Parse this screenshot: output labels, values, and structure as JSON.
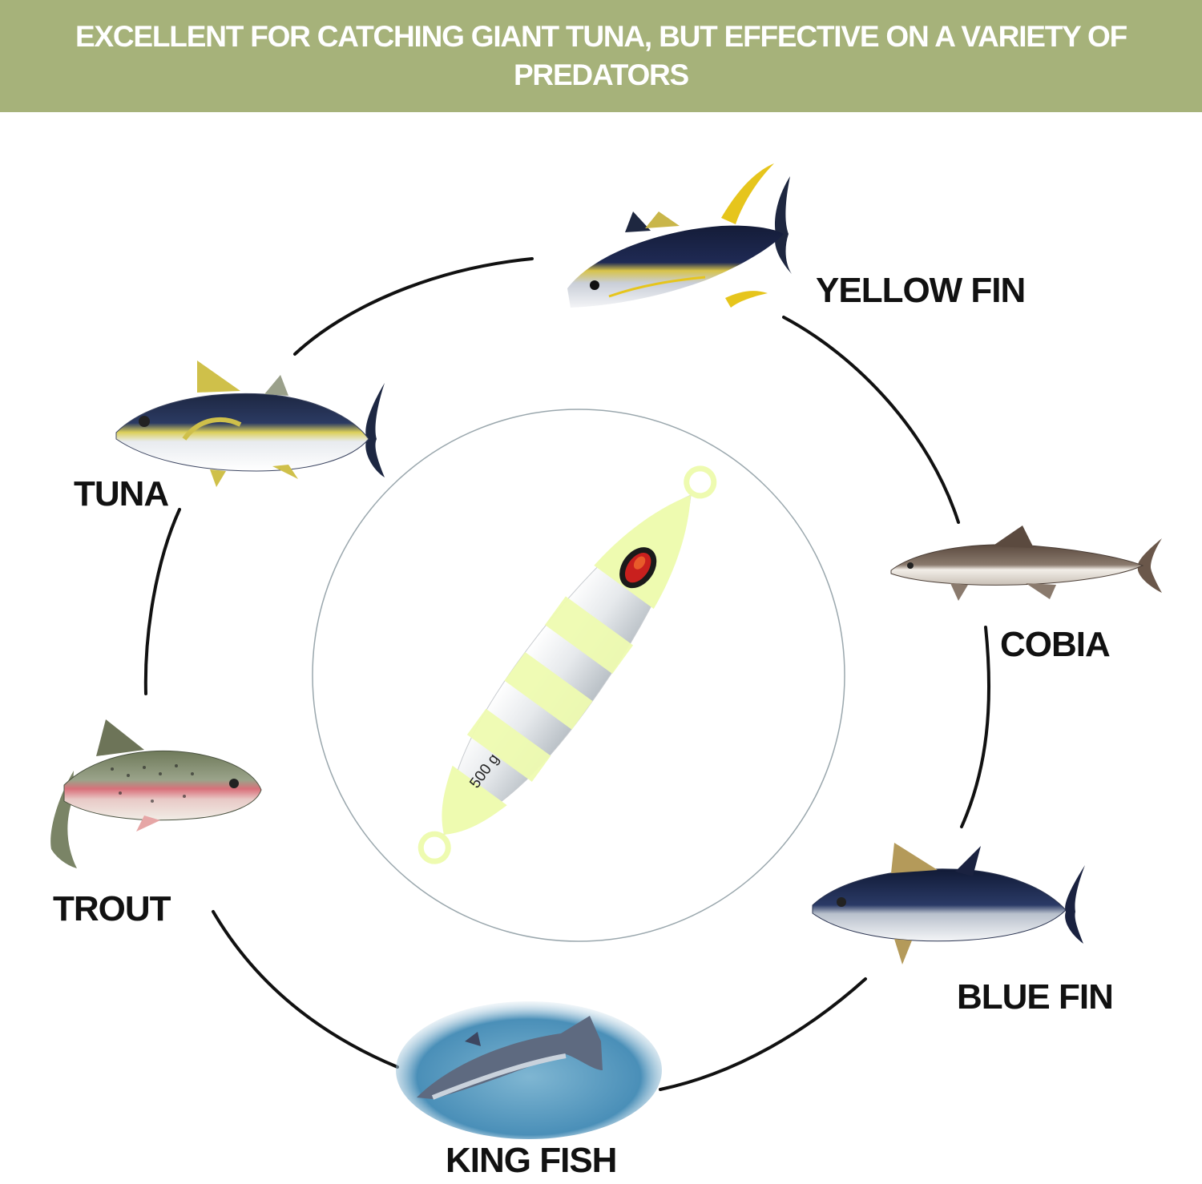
{
  "banner": {
    "title": "EXCELLENT FOR CATCHING GIANT TUNA, BUT EFFECTIVE ON A VARIETY OF PREDATORS"
  },
  "colors": {
    "banner_bg": "#a6b27a",
    "lure_glow": "#eefbb0",
    "lure_silver": "#e4e8ec"
  },
  "lure": {
    "weight_label": "500 g"
  },
  "fish": {
    "yellow_fin": "YELLOW FIN",
    "tuna": "TUNA",
    "cobia": "COBIA",
    "trout": "TROUT",
    "blue_fin": "BLUE FIN",
    "king_fish": "KING FISH"
  }
}
